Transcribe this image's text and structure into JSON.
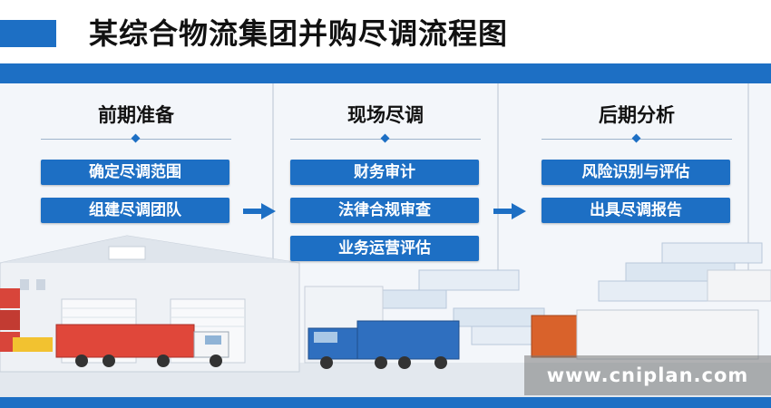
{
  "header": {
    "title": "某综合物流集团并购尽调流程图"
  },
  "stages": [
    {
      "title": "前期准备",
      "steps": [
        "确定尽调范围",
        "组建尽调团队"
      ]
    },
    {
      "title": "现场尽调",
      "steps": [
        "财务审计",
        "法律合规审查",
        "业务运营评估"
      ]
    },
    {
      "title": "后期分析",
      "steps": [
        "风险识别与评估",
        "出具尽调报告"
      ]
    }
  ],
  "watermark": "www.cniplan.com",
  "colors": {
    "accent": "#1d6fc4",
    "text": "#111111",
    "truck_red": "#e0473a",
    "truck_blue": "#2f6fbf"
  }
}
